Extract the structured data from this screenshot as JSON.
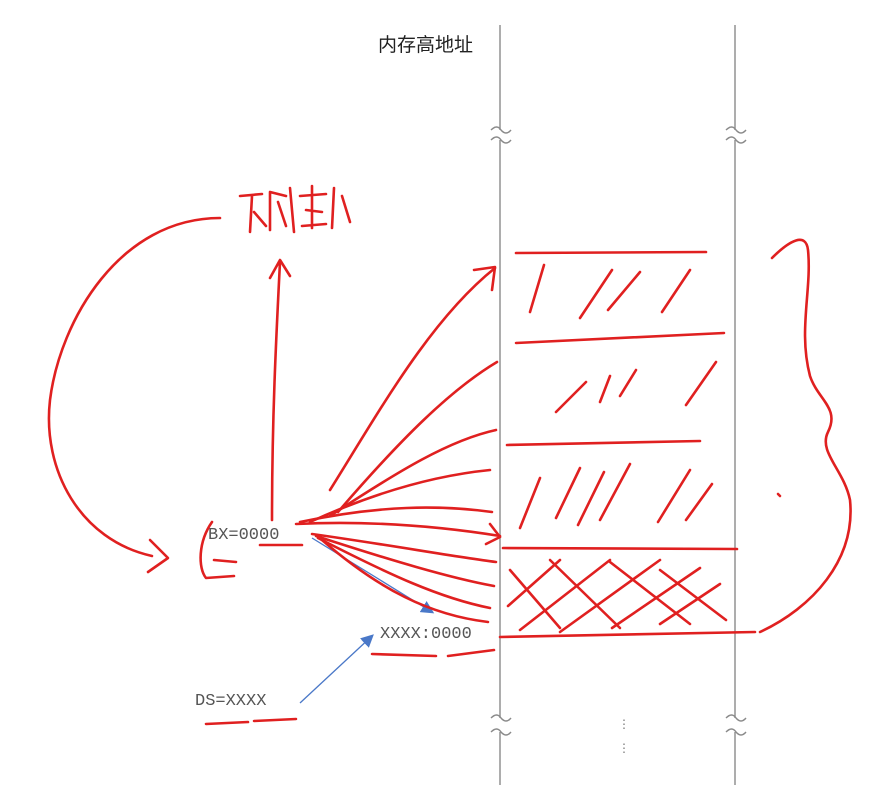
{
  "diagram": {
    "memory_high_label": "内存高地址",
    "bx_label": "BX=0000",
    "address_label": "XXXX:0000",
    "ds_label": "DS=XXXX",
    "handwritten_note": "下标",
    "ellipsis_marks": "⋮",
    "colors": {
      "ink": "#e02020",
      "rail": "#8a8a8a",
      "arrow": "#4a78c8",
      "text": "#555555"
    }
  }
}
